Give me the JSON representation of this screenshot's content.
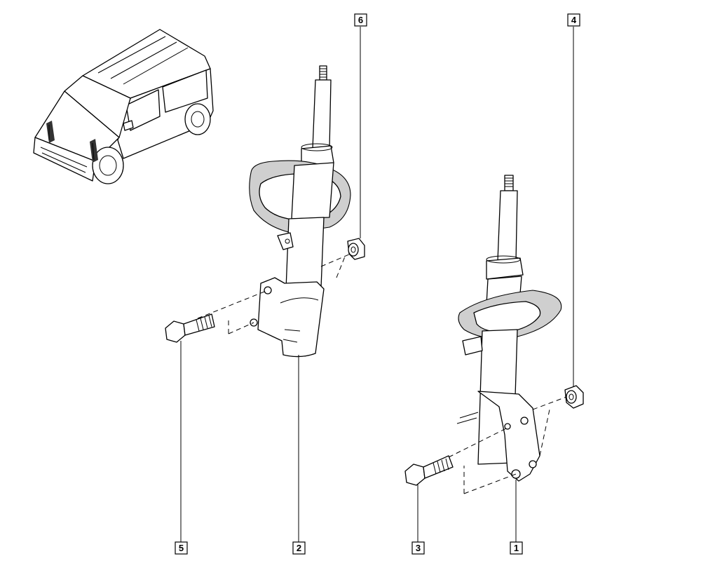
{
  "callouts": {
    "c1": "1",
    "c2": "2",
    "c3": "3",
    "c4": "4",
    "c5": "5",
    "c6": "6"
  },
  "icons": {
    "vehicle": "vehicle-locator-icon",
    "strut_left": "shock-absorber-strut",
    "strut_right": "shock-absorber-strut",
    "bolt": "bolt",
    "nut": "nut"
  }
}
